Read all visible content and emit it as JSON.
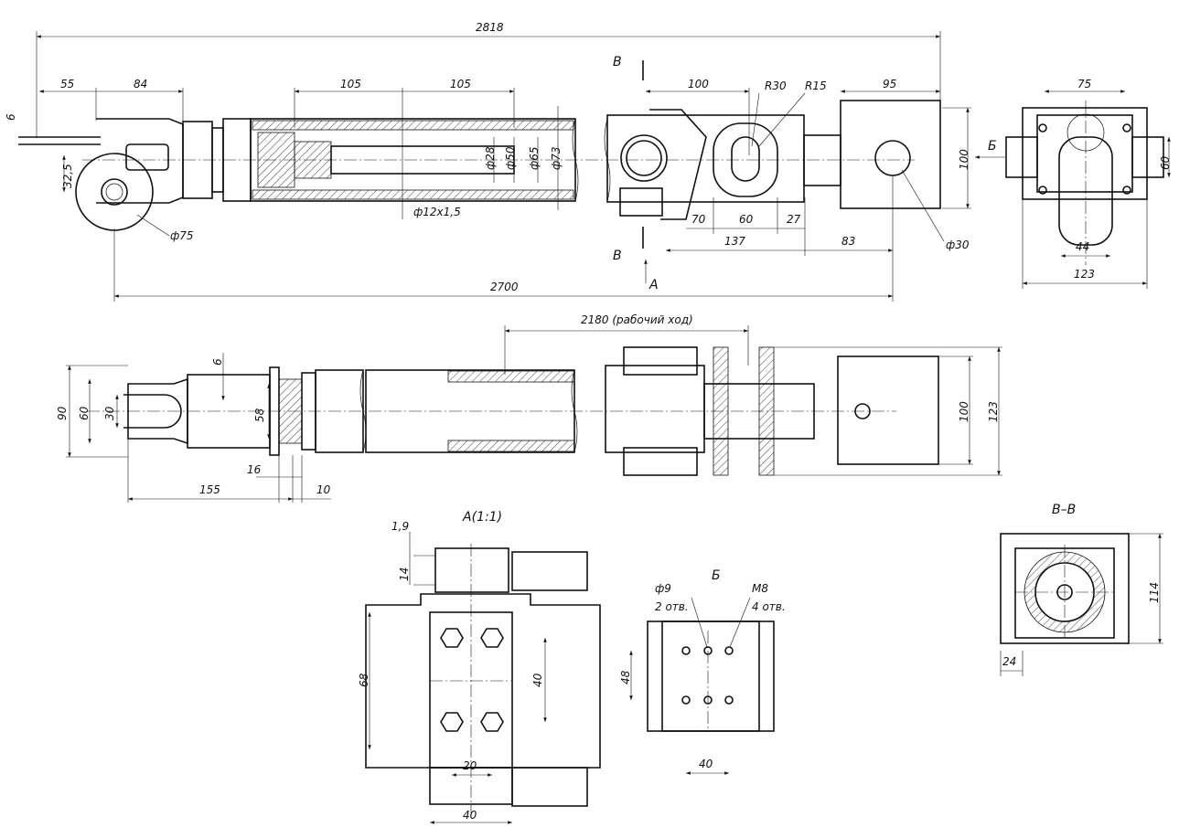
{
  "views": {
    "section_a_title": "A(1:1)",
    "view_b_title": "Б",
    "section_bb_title": "В–В",
    "mark_b": "В",
    "mark_b2": "В",
    "mark_arrow_b": "Б",
    "mark_arrow_a": "А"
  },
  "main_view": {
    "d_2818": "2818",
    "d_55": "55",
    "d_84": "84",
    "d_105a": "105",
    "d_105b": "105",
    "d_100": "100",
    "d_r30": "R30",
    "d_r15": "R15",
    "d_95": "95",
    "d_6": "6",
    "d_32_5": "32,5",
    "d_phi75": "ф75",
    "d_phi28": "ф28",
    "d_phi50": "ф50",
    "d_phi65": "ф65",
    "d_phi73": "ф73",
    "d_phi12x1_5": "ф12х1,5",
    "d_70": "70",
    "d_60": "60",
    "d_27": "27",
    "d_137": "137",
    "d_83": "83",
    "d_phi30": "ф30",
    "d_100_right": "100",
    "d_2700": "2700"
  },
  "end_view": {
    "d_75": "75",
    "d_60": "60",
    "d_44": "44",
    "d_123": "123"
  },
  "plan_view": {
    "d_2180": "2180 (рабочий ход)",
    "d_90": "90",
    "d_60": "60",
    "d_30": "30",
    "d_6": "6",
    "d_58": "58",
    "d_16": "16",
    "d_155": "155",
    "d_10": "10",
    "d_100": "100",
    "d_123": "123"
  },
  "section_a": {
    "d_1_9": "1,9",
    "d_14": "14",
    "d_68": "68",
    "d_40v": "40",
    "d_20": "20",
    "d_40h": "40"
  },
  "view_b": {
    "d_phi9": "ф9",
    "d_2_holes": "2 отв.",
    "d_m8": "М8",
    "d_4_holes": "4 отв.",
    "d_48": "48",
    "d_40": "40"
  },
  "section_bb": {
    "d_114": "114",
    "d_24": "24"
  }
}
